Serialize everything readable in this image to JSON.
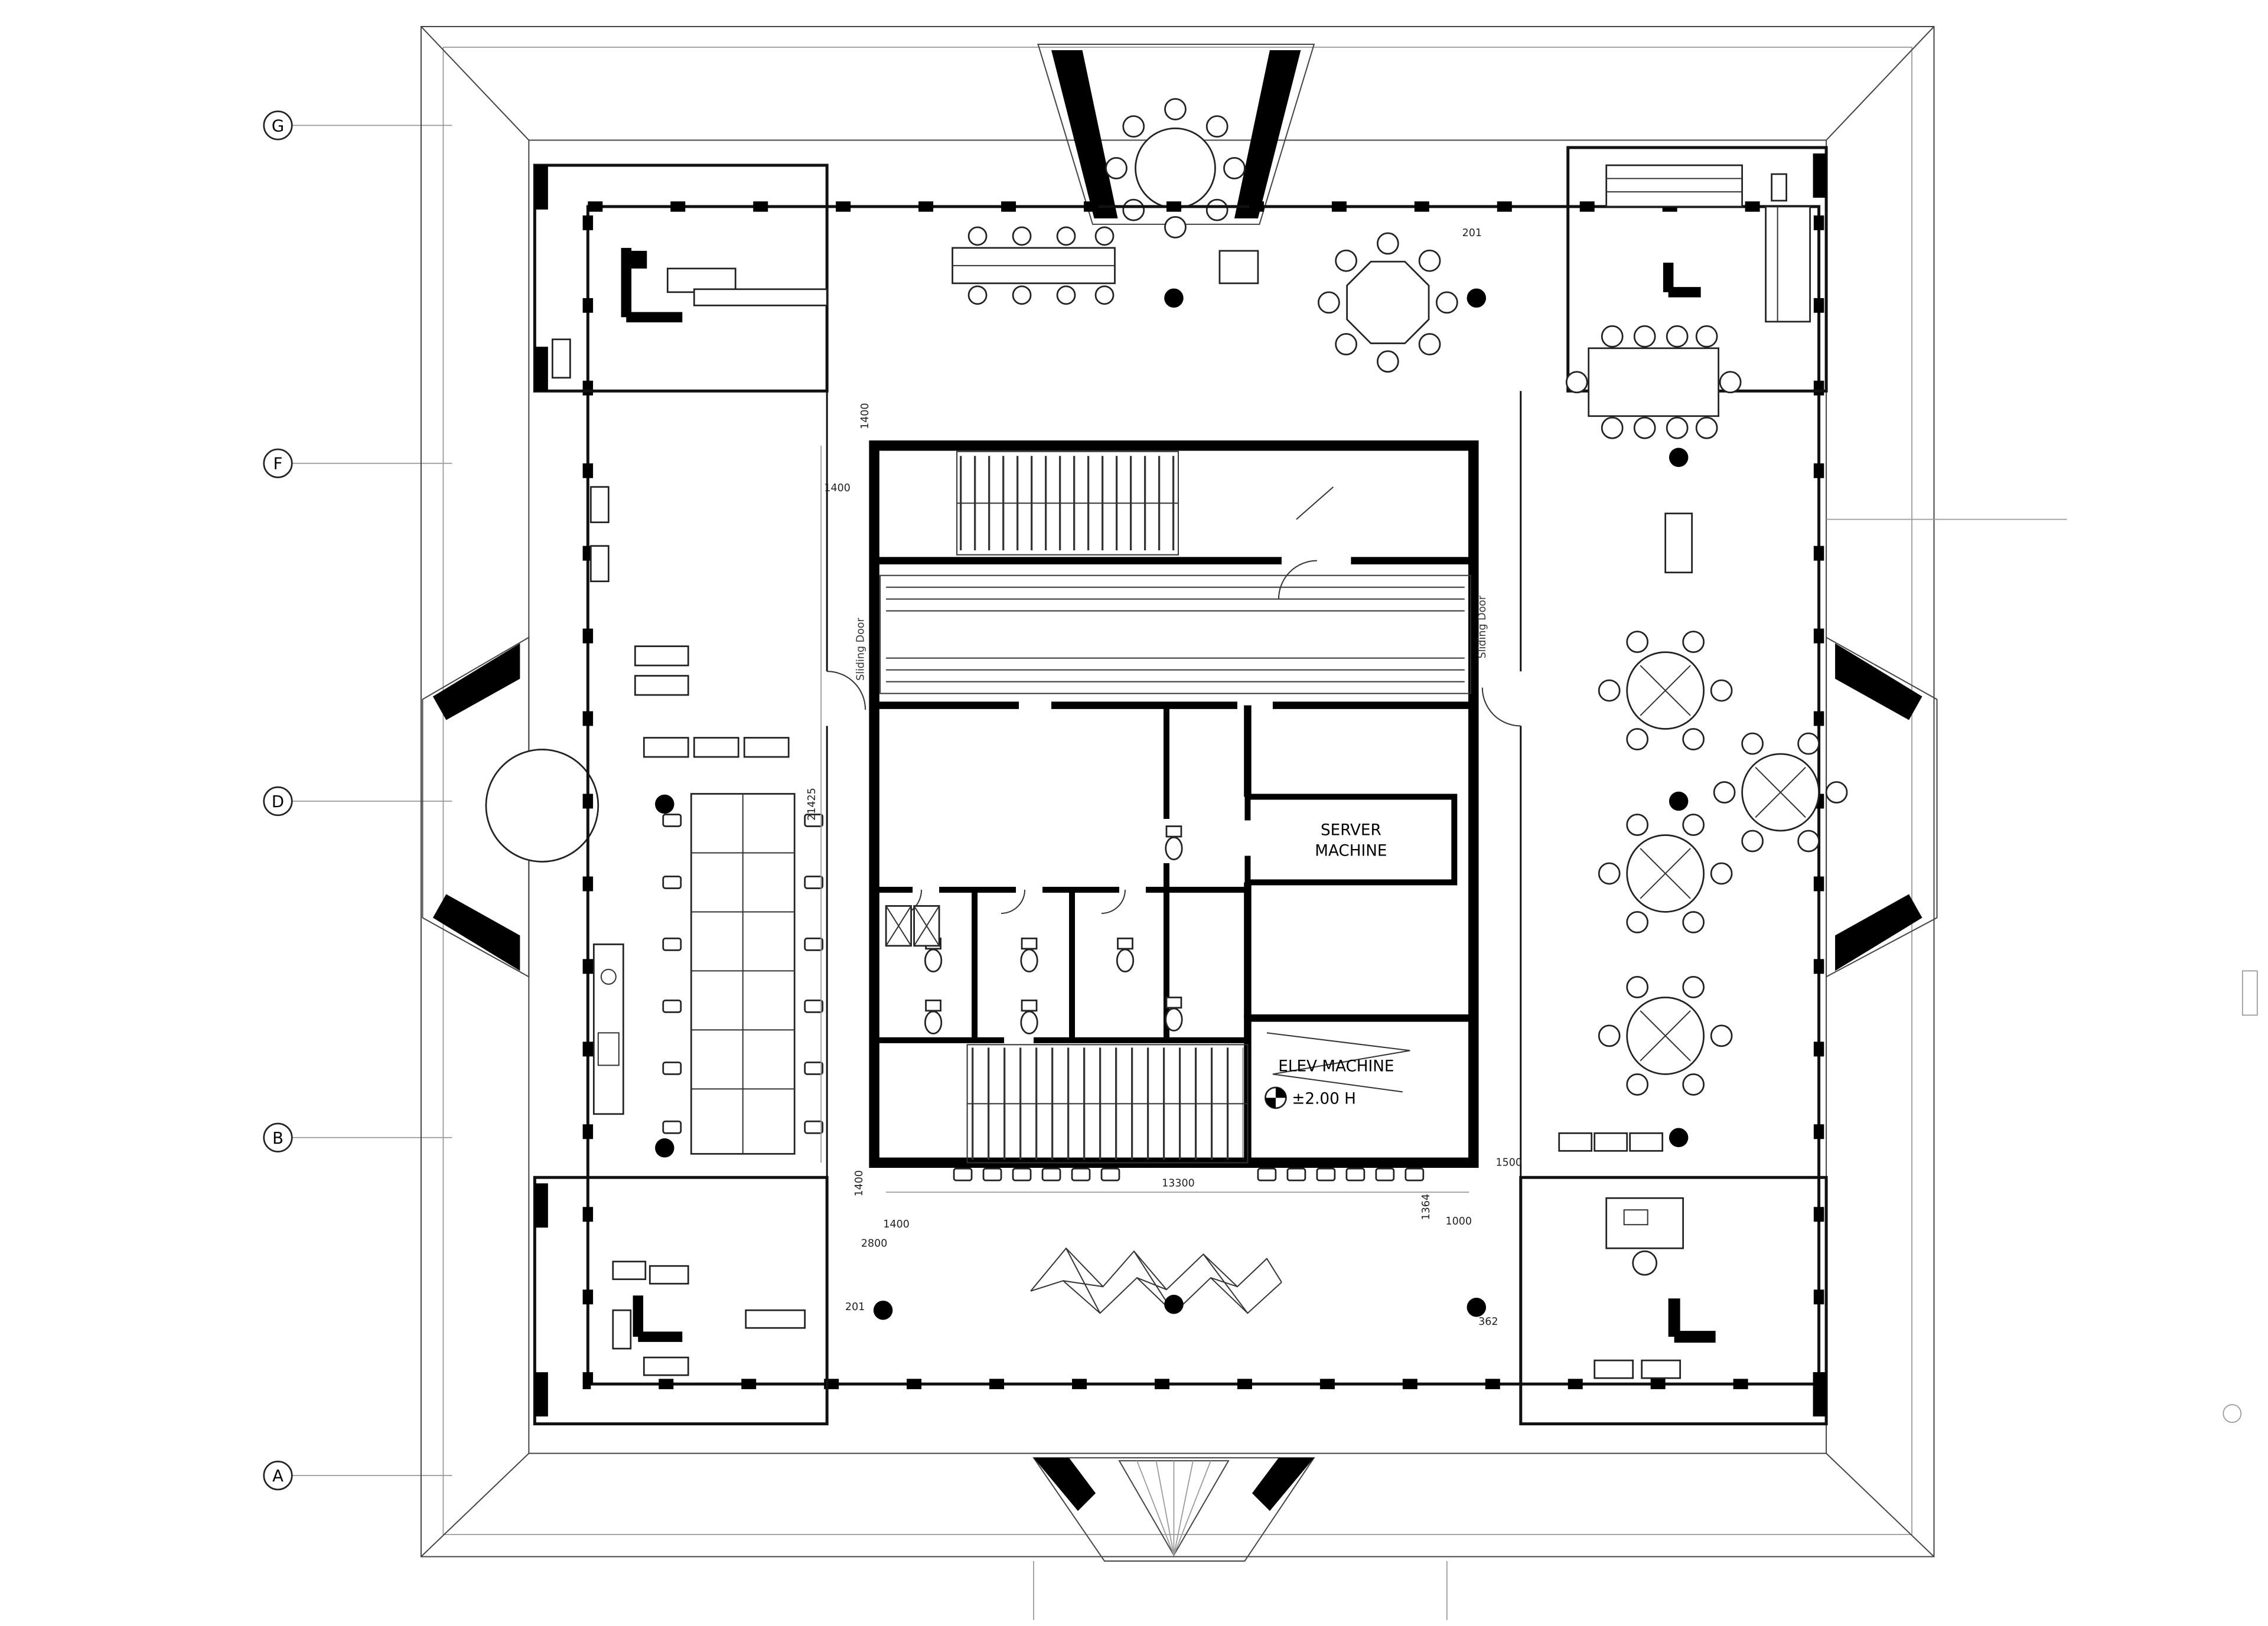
{
  "drawing": {
    "ink": "#111111",
    "background": "#ffffff"
  },
  "grid": [
    {
      "label": "G"
    },
    {
      "label": "F"
    },
    {
      "label": "D"
    },
    {
      "label": "B"
    },
    {
      "label": "A"
    }
  ],
  "core": {
    "server_line1": "SERVER",
    "server_line2": "MACHINE",
    "elev_label": "ELEV MACHINE",
    "elev_level": "±2.00 H"
  },
  "doors": {
    "sliding": "Sliding Door"
  },
  "dims": [
    "1400",
    "1400",
    "1400",
    "1400",
    "2800",
    "13300",
    "1500",
    "1000",
    "1364",
    "201",
    "201",
    "362",
    "21425"
  ]
}
